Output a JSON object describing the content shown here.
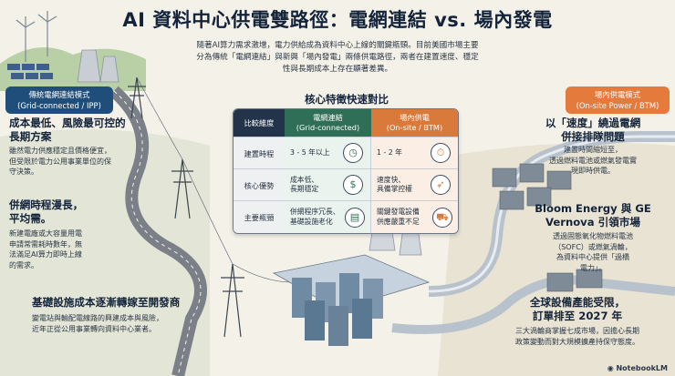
{
  "title": "AI 資料中心供電雙路徑：電網連結 vs. 場內發電",
  "intro": "隨著AI算力需求激增，電力供給成為資料中心上線的關鍵瓶頸。目前美國市場主要分為傳統「電網連結」與新興「場內發電」兩條供電路徑，兩者在建置速度、穩定性與長期成本上存在顯著差異。",
  "left_tag": [
    "傳統電網連結模式",
    "(Grid-connected / IPP)"
  ],
  "right_tag": [
    "場內供電模式",
    "(On-site Power / BTM)"
  ],
  "left_blocks": [
    {
      "head": [
        "成本最低、風險最可控的",
        "長期方案"
      ],
      "body": [
        "雖然電力供應穩定且價格便宜，",
        "但受限於電力公用事業單位的保",
        "守決策。"
      ]
    },
    {
      "head": [
        "併網時程漫長，",
        "平均需。"
      ],
      "body": [
        "新建電廠或大容量用電",
        "申請常需耗時數年，無",
        "法滿足AI算力即時上線",
        "的需求。"
      ]
    },
    {
      "head": [
        "基礎設施成本逐漸轉嫁至開發商"
      ],
      "body": [
        "變電站與輸配電線路的興建成本與風險，",
        "近年正從公用事業轉向資料中心業者。"
      ]
    }
  ],
  "right_blocks": [
    {
      "head": [
        "以「速度」繞過電網",
        "併接排隊問題"
      ],
      "body": [
        "建置時間縮短至，",
        "透過燃料電池或燃氣發電實",
        "現即時供電。"
      ]
    },
    {
      "head": [
        "Bloom Energy 與 GE",
        "Vernova 引領市場"
      ],
      "body": [
        "透過固態氧化物燃料電池",
        "（SOFC）或燃氣渦輪，",
        "為資料中心提供「過橋",
        "電力」。"
      ]
    },
    {
      "head": [
        "全球設備產能受限，",
        "訂單排至 2027 年"
      ],
      "body": [
        "三大渦輪商掌握七成市場，因擔心長期",
        "政策變動而對大規模擴產持保守態度。"
      ]
    }
  ],
  "comparison": {
    "title": "核心特徵快速對比",
    "headers": [
      [
        "比較維度"
      ],
      [
        "電網連結",
        "(Grid-connected)"
      ],
      [
        "場內供電",
        "(On-site / BTM)"
      ]
    ],
    "rows": [
      {
        "label": "建置時程",
        "grid": [
          "3 - 5 年以上"
        ],
        "onsite": [
          "1 - 2 年"
        ],
        "grid_icon": "clock-icon",
        "onsite_icon": "stopwatch-icon"
      },
      {
        "label": "核心優勢",
        "grid": [
          "成本低、",
          "長期穩定"
        ],
        "onsite": [
          "速度快、",
          "具備掌控權"
        ],
        "grid_icon": "money-bag-icon",
        "onsite_icon": "rocket-icon"
      },
      {
        "label": "主要瓶頸",
        "grid": [
          "併網程序冗長、",
          "基礎設施老化"
        ],
        "onsite": [
          "關鍵發電設備",
          "供應嚴重不足"
        ],
        "grid_icon": "document-icon",
        "onsite_icon": "cart-icon"
      }
    ]
  },
  "logo": "NotebookLM",
  "colors": {
    "grid_green": "#2f6f57",
    "onsite_orange": "#d97a3b",
    "navy": "#23344a",
    "grid_tag_blue": "#1f4e7a",
    "onsite_tag_orange": "#e47a3c"
  }
}
